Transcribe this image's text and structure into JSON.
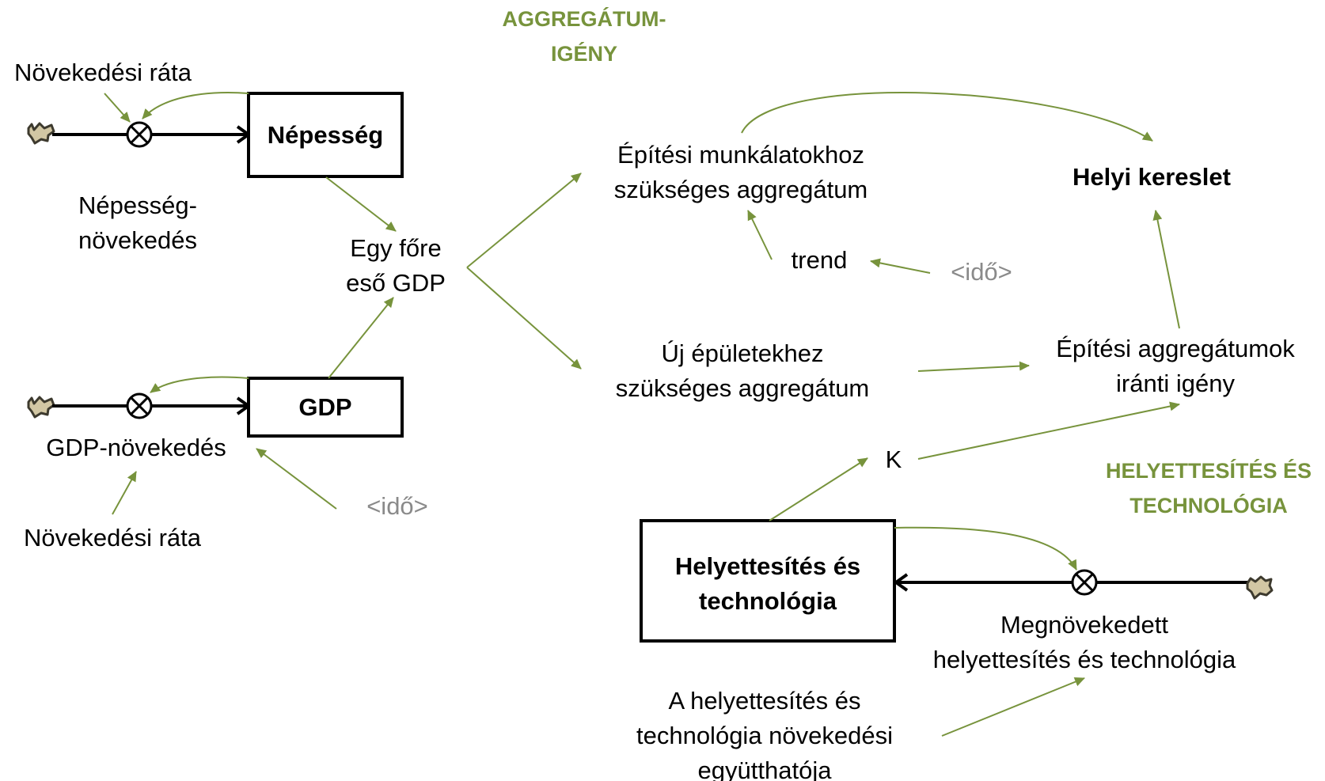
{
  "colors": {
    "accent_green": "#77933c",
    "stock_border": "#000000",
    "shadow_var": "#8a8a8a",
    "cloud_fill": "#d2c7a4"
  },
  "sections": {
    "aggregate_demand": [
      "AGGREGÁTUM-",
      "IGÉNY"
    ],
    "substitution_technology": [
      "HELYETTESÍTÉS ÉS",
      "TECHNOLÓGIA"
    ]
  },
  "stocks": {
    "population": "Népesség",
    "gdp": "GDP",
    "substitution": [
      "Helyettesítés és",
      "technológia"
    ]
  },
  "flows": {
    "population_growth": [
      "Népesség-",
      "növekedés"
    ],
    "gdp_growth": "GDP-növekedés",
    "increased_substitution": [
      "Megnövekedett",
      "helyettesítés és technológia"
    ]
  },
  "variables": {
    "growth_rate_top": "Növekedési ráta",
    "growth_rate_bottom": "Növekedési ráta",
    "gdp_per_capita": [
      "Egy főre",
      "eső GDP"
    ],
    "construction_aggregate": [
      "Építési munkálatokhoz",
      "szükséges aggregátum"
    ],
    "trend": "trend",
    "time_shadow_top": "<idő>",
    "time_shadow_bottom": "<idő>",
    "local_demand": "Helyi kereslet",
    "new_buildings_aggregate": [
      "Új épületekhez",
      "szükséges aggregátum"
    ],
    "aggregate_demand_total": [
      "Építési aggregátumok",
      "iránti igény"
    ],
    "k": "K",
    "substitution_growth_coeff": [
      "A helyettesítés és",
      "technológia növekedési",
      "együtthatója"
    ]
  },
  "icons": [
    "cloud-source-icon",
    "valve-icon"
  ]
}
